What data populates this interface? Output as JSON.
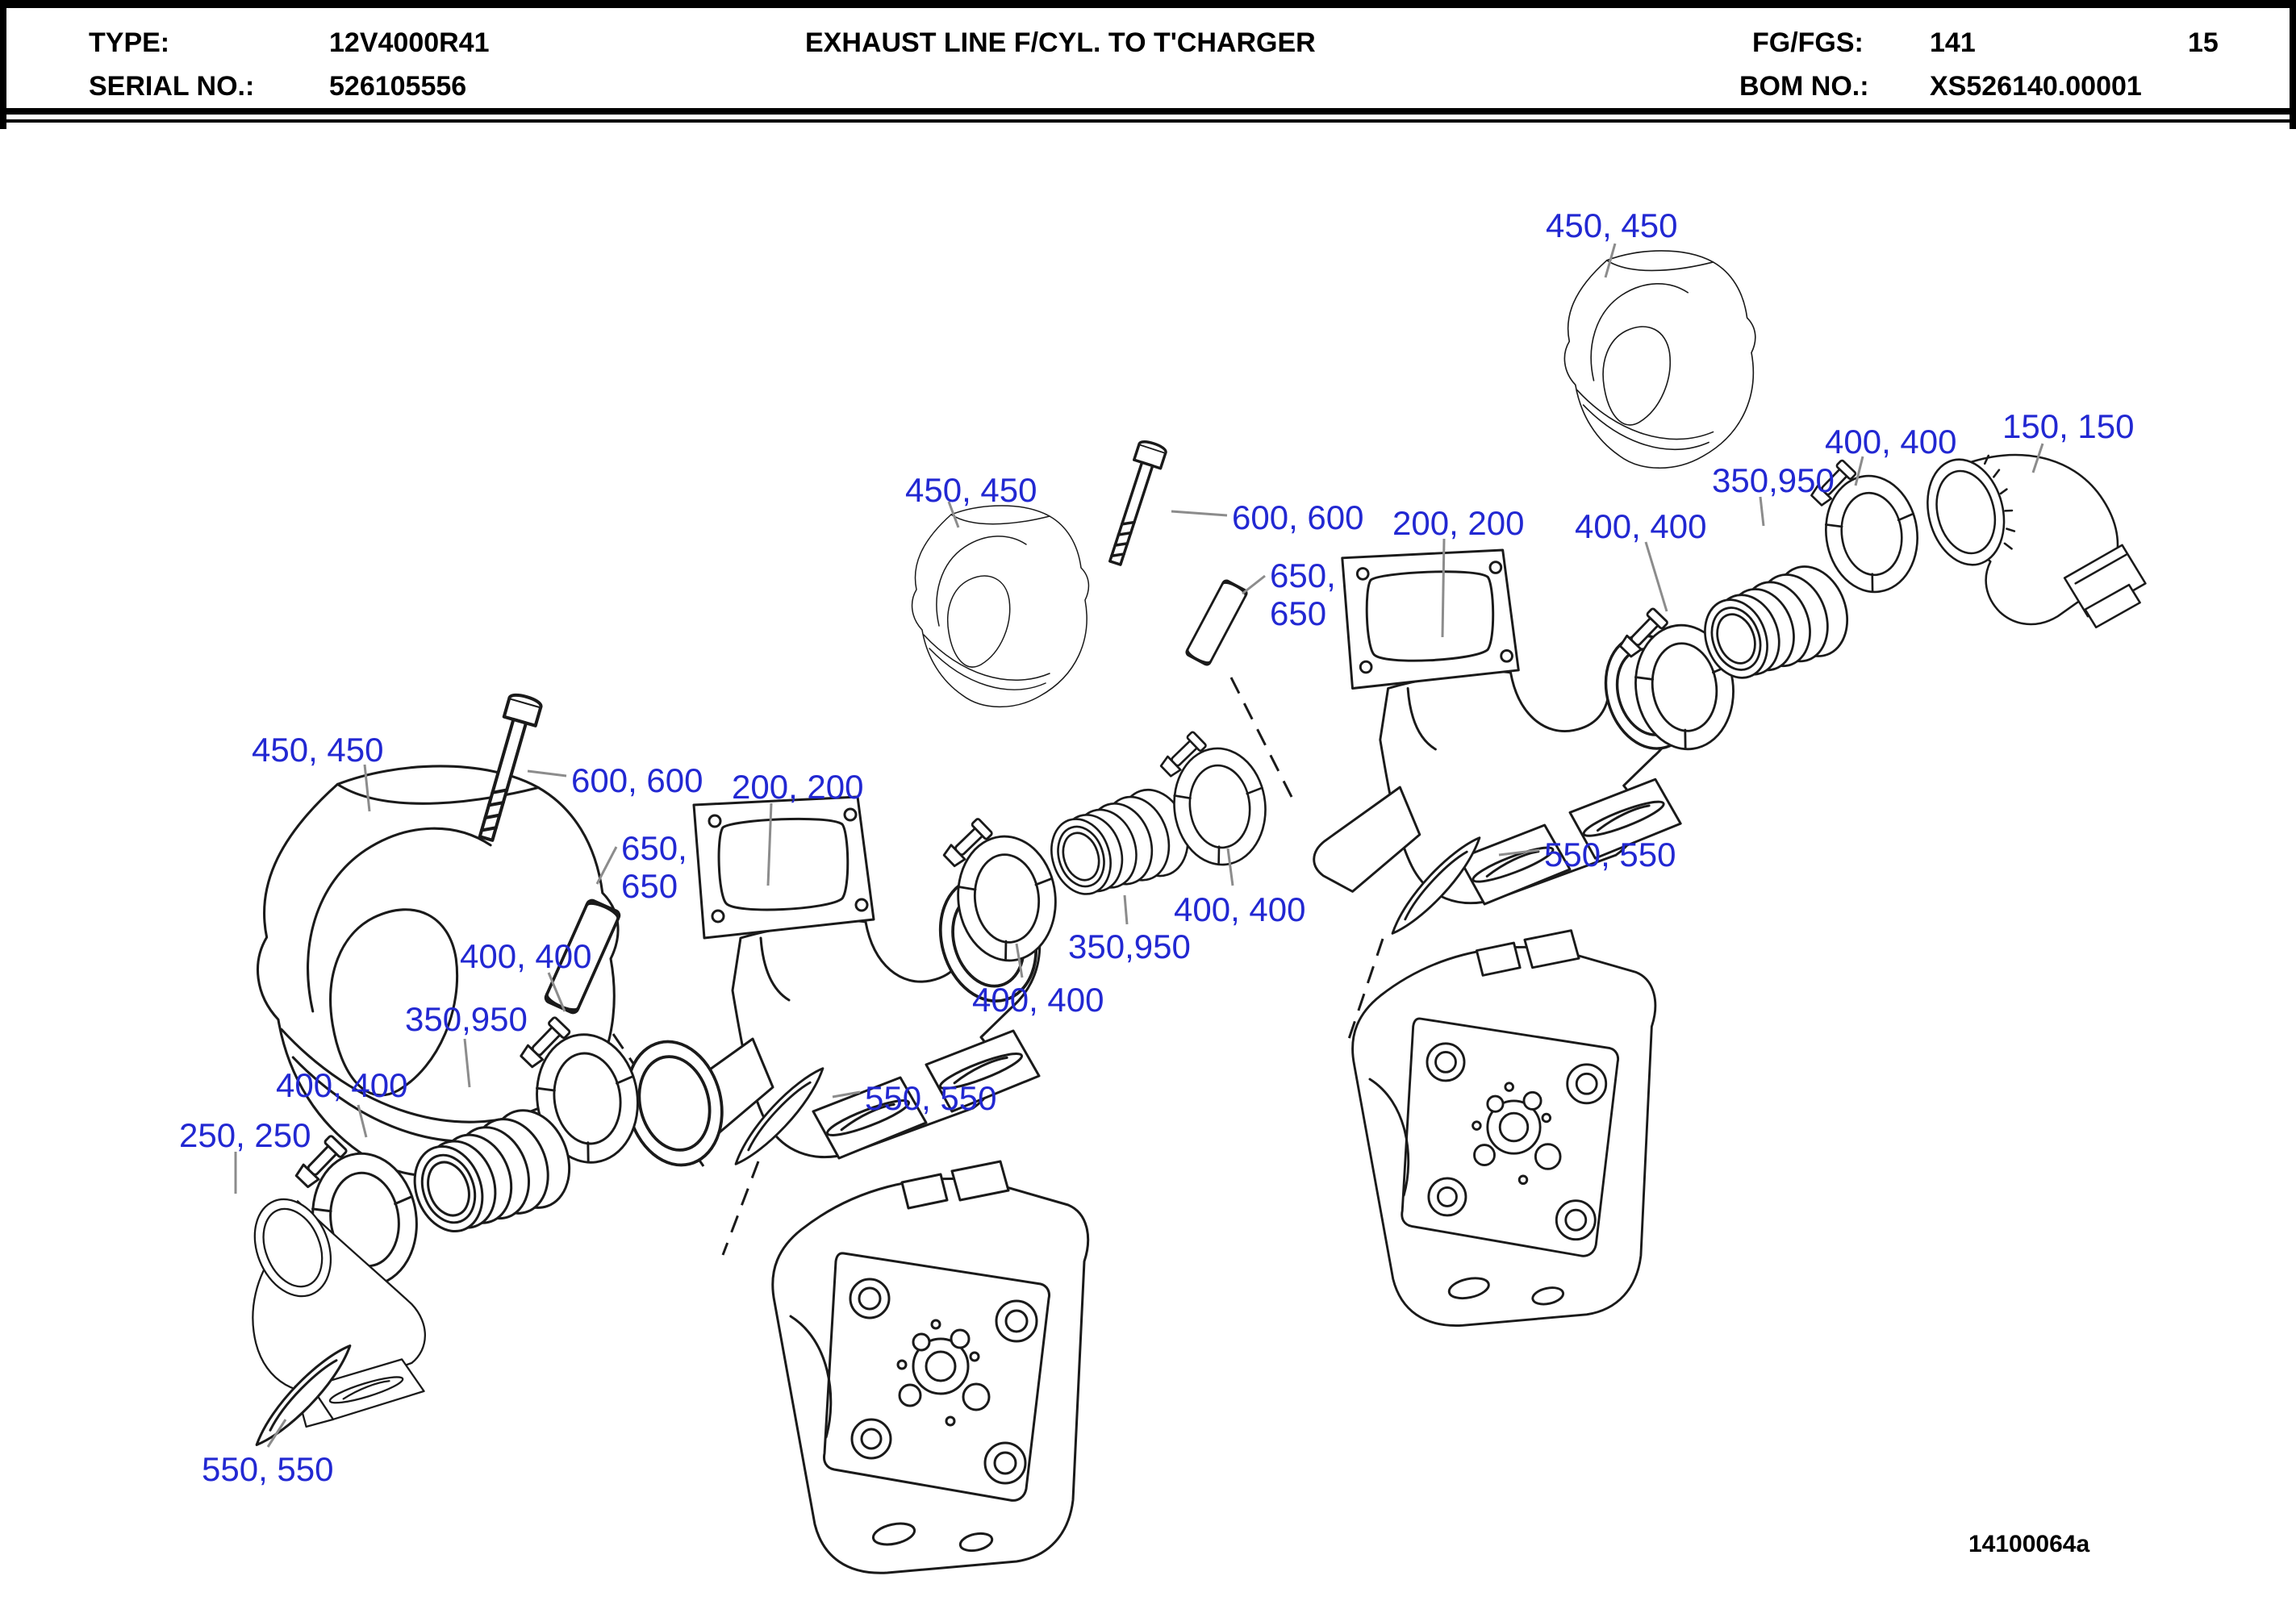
{
  "header": {
    "type_label": "TYPE:",
    "type_value": "12V4000R41",
    "serial_label": "SERIAL NO.:",
    "serial_value": "526105556",
    "title": "EXHAUST LINE F/CYL. TO T'CHARGER",
    "fg_label": "FG/FGS:",
    "fg_value": "141",
    "page_number": "15",
    "bom_label": "BOM NO.:",
    "bom_value": "XS526140.00001"
  },
  "figure": {
    "drawing_number": "14100064a",
    "callout_color": "#2228d2",
    "callouts": [
      {
        "id": "cover-top-right",
        "text": "450, 450"
      },
      {
        "id": "elbow-right",
        "text": "150, 150"
      },
      {
        "id": "clamp-right-outer",
        "text": "400, 400"
      },
      {
        "id": "bellows-right",
        "text": "350,950"
      },
      {
        "id": "clamp-right-inner",
        "text": "400, 400"
      },
      {
        "id": "manifold-right",
        "text": "200, 200"
      },
      {
        "id": "bolt-right",
        "text": "600, 600"
      },
      {
        "id": "sleeve-right",
        "text": "650,\n650"
      },
      {
        "id": "cover-right",
        "text": "450, 450"
      },
      {
        "id": "cover-left",
        "text": "450, 450"
      },
      {
        "id": "bolt-left",
        "text": "600, 600"
      },
      {
        "id": "manifold-left",
        "text": "200, 200"
      },
      {
        "id": "sleeve-left",
        "text": "650,\n650"
      },
      {
        "id": "clamp-mid-outer",
        "text": "400, 400"
      },
      {
        "id": "bellows-mid",
        "text": "350,950"
      },
      {
        "id": "clamp-mid-inner",
        "text": "400, 400"
      },
      {
        "id": "gasket-right-head",
        "text": "550, 550"
      },
      {
        "id": "gasket-left-head",
        "text": "550, 550"
      },
      {
        "id": "clamp-left-outer",
        "text": "400, 400"
      },
      {
        "id": "bellows-left",
        "text": "350,950"
      },
      {
        "id": "clamp-left-inner",
        "text": "400, 400"
      },
      {
        "id": "elbow-left",
        "text": "250, 250"
      },
      {
        "id": "gasket-elbow",
        "text": "550, 550"
      }
    ]
  }
}
